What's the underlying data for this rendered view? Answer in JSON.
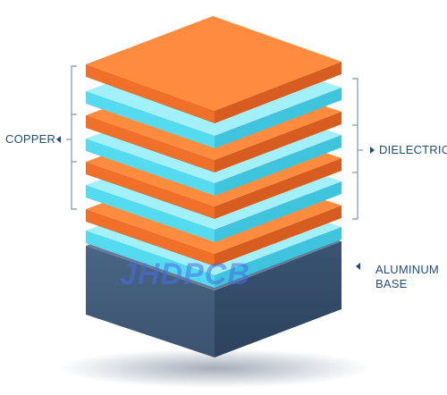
{
  "labels": {
    "copper": "COPPER",
    "dielectric": "DIELECTRIC",
    "base_line1": "ALUMINUM",
    "base_line2": "BASE"
  },
  "watermark": "JHDPCB",
  "colors": {
    "copper_top": "#ff8a3d",
    "copper_front": "#f0702a",
    "copper_side": "#d75d1f",
    "dielectric_top": "#9deff9",
    "dielectric_front": "#57dcf0",
    "dielectric_side": "#3cc5dd",
    "base_top": "#5f7794",
    "base_front": "#435d7c",
    "base_side": "#324a66",
    "bracket": "#7f95a8",
    "label": "#1f4f78"
  }
}
